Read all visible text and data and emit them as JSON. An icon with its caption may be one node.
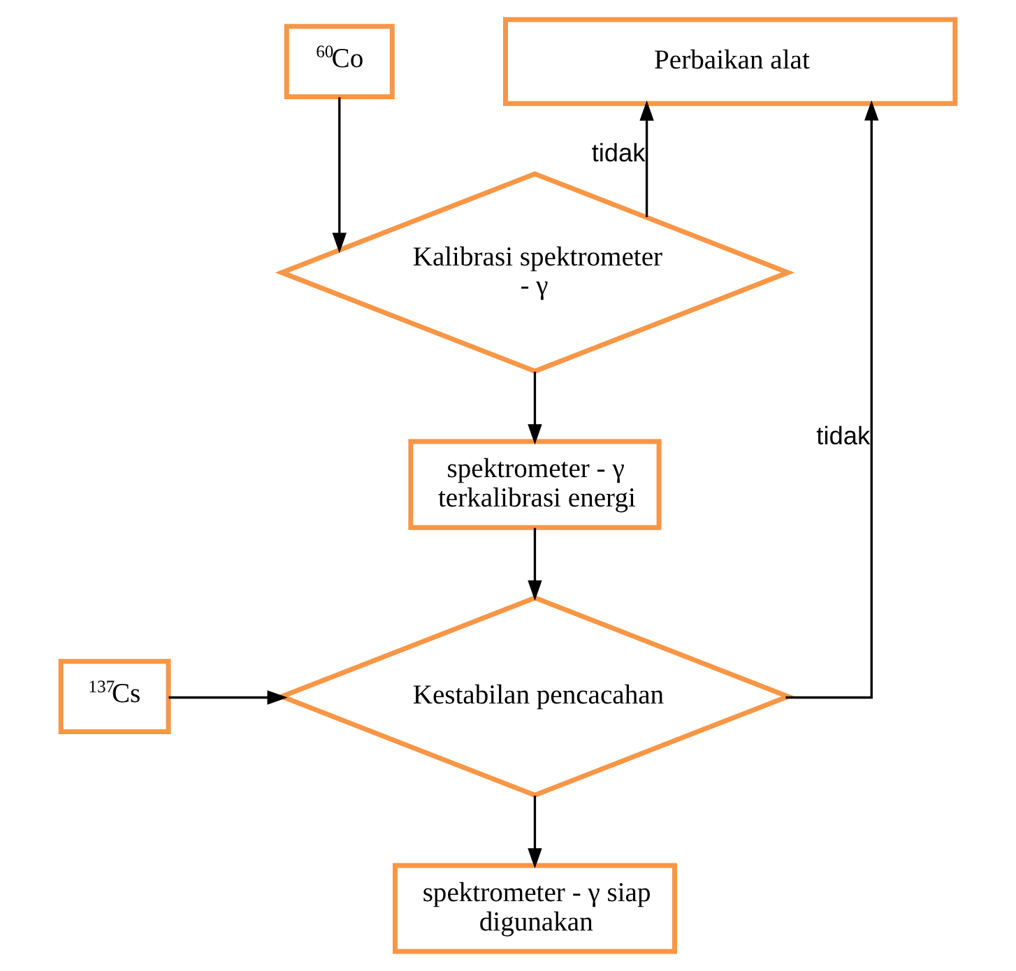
{
  "diagram": {
    "nodes": [
      {
        "text": [
          "$^{60}$Co"
        ]
      },
      {
        "text": [
          "Kalibrasi spektrometer - γ"
        ]
      },
      {
        "text": [
          "Perbaikan alat"
        ]
      },
      {
        "text": [
          "spektrometer - γ terkalibrasi energi"
        ]
      },
      {
        "text": [
          "Kestabilan pencacahan"
        ]
      },
      {
        "text": [
          "$^{137}$Cs"
        ]
      },
      {
        "text": [
          "spektrometer - γ siap digunakan"
        ]
      }
    ],
    "edges": [
      {
        "from": 0,
        "to": 1,
        "arrow": "to"
      },
      {
        "from": 1,
        "to": 2,
        "arrow": "to",
        "label": "tidak"
      },
      {
        "from": 1,
        "to": 3,
        "arrow": "to"
      },
      {
        "from": 3,
        "to": 4,
        "arrow": "to"
      },
      {
        "from": 5,
        "to": 4,
        "arrow": "to"
      },
      {
        "from": 4,
        "to": 2,
        "arrow": "to",
        "label": "tidak"
      },
      {
        "from": 4,
        "to": 6,
        "arrow": "to"
      }
    ]
  }
}
